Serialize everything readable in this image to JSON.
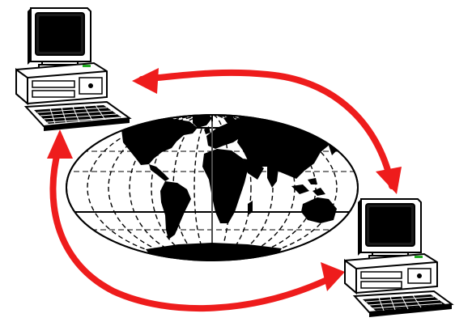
{
  "diagram": {
    "nodes": [
      {
        "id": "computer-left",
        "kind": "desktop-computer",
        "icon": "desktop-computer-icon"
      },
      {
        "id": "world-map",
        "kind": "globe-projection",
        "icon": "world-map-icon"
      },
      {
        "id": "computer-right",
        "kind": "desktop-computer",
        "icon": "desktop-computer-icon"
      }
    ],
    "edges": [
      {
        "from": "computer-right",
        "to": "computer-left",
        "style": "curved-arrow",
        "route": "over-map"
      },
      {
        "from": "computer-left",
        "to": "computer-right",
        "style": "curved-arrow",
        "route": "under-map"
      },
      {
        "from": "computer-left",
        "to": "computer-right",
        "style": "arrowhead",
        "route": "right-descending"
      }
    ],
    "colors": {
      "arrow": "#ee1c1c",
      "ink": "#000000",
      "paper": "#ffffff",
      "gridline": "#000000"
    }
  }
}
